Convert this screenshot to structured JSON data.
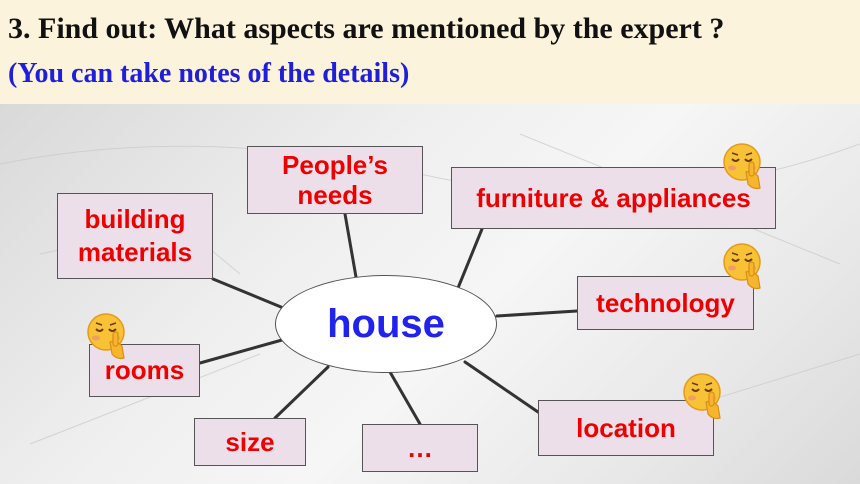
{
  "header": {
    "title": "3. Find out: What aspects are mentioned by the expert ?",
    "subtitle": "(You can take notes of the details)"
  },
  "diagram": {
    "center": "house",
    "nodes": [
      {
        "id": "peoples-needs",
        "label": "People’s\nneeds"
      },
      {
        "id": "furniture-appliances",
        "label": "furniture & appliances",
        "marked": true
      },
      {
        "id": "building-materials",
        "label": "building\nmaterials"
      },
      {
        "id": "technology",
        "label": "technology",
        "marked": true
      },
      {
        "id": "rooms",
        "label": "rooms",
        "marked": true
      },
      {
        "id": "location",
        "label": "location",
        "marked": true
      },
      {
        "id": "size",
        "label": "size"
      },
      {
        "id": "more",
        "label": "…"
      }
    ]
  },
  "colors": {
    "header_bg": "#fcf3dc",
    "title": "#111111",
    "subtitle": "#1f1fd9",
    "node_text": "#ee0000",
    "node_bg": "#ecdfe9",
    "center_text": "#2222ee"
  },
  "icons": {
    "marker": "shushing-face-emoji-icon"
  }
}
